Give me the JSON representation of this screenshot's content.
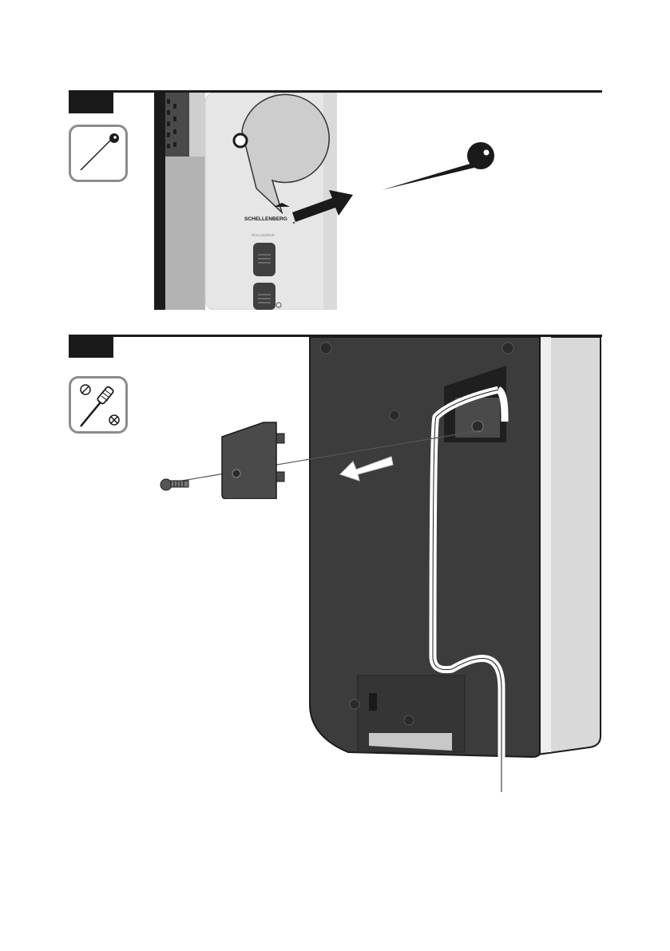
{
  "steps": [
    {
      "id": "step-1",
      "tool": "pin-tool-icon"
    },
    {
      "id": "step-2",
      "tool": "screwdriver-tool-icon"
    }
  ],
  "device": {
    "brand": "SCHELLENBERG",
    "small_label": "ROLLODRIVE"
  },
  "colors": {
    "rule": "#1a1a1a",
    "tool_border": "#8c8c8c",
    "device_light": "#e8e8e8",
    "device_dark": "#3c3c3c",
    "arrow": "#1a1a1a"
  }
}
